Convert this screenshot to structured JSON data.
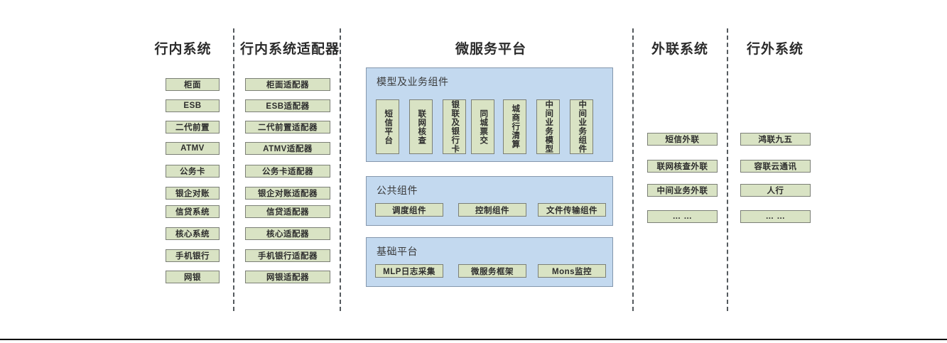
{
  "columns": {
    "internal": {
      "title": "行内系统",
      "items": [
        "柜面",
        "ESB",
        "二代前置",
        "ATMV",
        "公务卡",
        "银企对账",
        "信贷系统",
        "核心系统",
        "手机银行",
        "网银"
      ]
    },
    "adapter": {
      "title": "行内系统适配器",
      "items": [
        "柜面适配器",
        "ESB适配器",
        "二代前置适配器",
        "ATMV适配器",
        "公务卡适配器",
        "银企对账适配器",
        "信贷适配器",
        "核心适配器",
        "手机银行适配器",
        "网银适配器"
      ]
    },
    "external_link": {
      "title": "外联系统",
      "items": [
        "短信外联",
        "联网核查外联",
        "中间业务外联",
        "… …"
      ]
    },
    "outside": {
      "title": "行外系统",
      "items": [
        "鸿联九五",
        "容联云通讯",
        "人行",
        "… …"
      ]
    }
  },
  "platform": {
    "title": "微服务平台",
    "groups": [
      {
        "name": "模型及业务组件",
        "orientation": "vertical",
        "items": [
          "短信平台",
          "联网核查",
          "银联及银行卡",
          "同城票交",
          "城商行清算",
          "中间业务模型",
          "中间业务组件"
        ]
      },
      {
        "name": "公共组件",
        "orientation": "horizontal",
        "items": [
          "调度组件",
          "控制组件",
          "文件传输组件"
        ]
      },
      {
        "name": "基础平台",
        "orientation": "horizontal",
        "items": [
          "MLP日志采集",
          "微服务框架",
          "Mons监控"
        ]
      }
    ]
  },
  "colors": {
    "node_fill": "#d9e3c4",
    "node_border": "#7b7f76",
    "panel_fill": "#c3d9ef",
    "panel_border": "#8497ad",
    "divider": "#555a5e",
    "text": "#2d2d2d"
  }
}
